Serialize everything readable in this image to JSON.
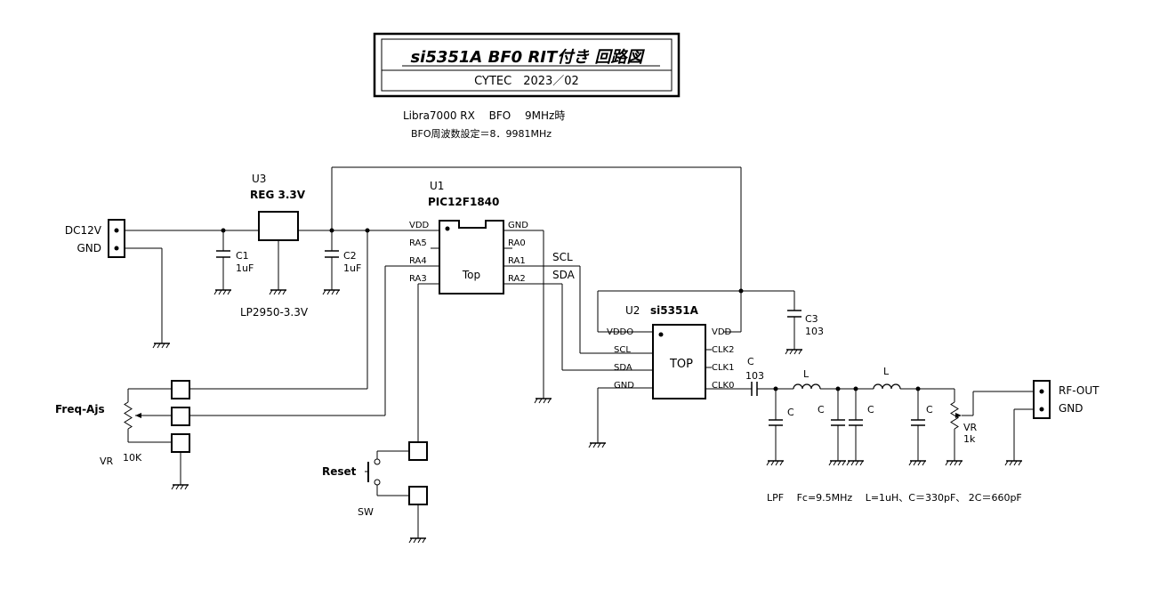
{
  "title_block": {
    "title": "si5351A  BF0 RIT付き  回路図",
    "subtitle": "CYTEC　2023／02"
  },
  "notes": {
    "line1": "Libra7000 RX　 BFO　 9MHz時",
    "line2": "BFO周波数設定＝8．9981MHz"
  },
  "power_connector": {
    "pin1": "DC12V",
    "pin2": "GND"
  },
  "regulator": {
    "ref": "U3",
    "name": "REG 3.3V",
    "part": "LP2950-3.3V"
  },
  "c1": {
    "ref": "C1",
    "value": "1uF"
  },
  "c2": {
    "ref": "C2",
    "value": "1uF"
  },
  "c3": {
    "ref": "C3",
    "value": "103"
  },
  "u1": {
    "ref": "U1",
    "name": "PIC12F1840",
    "body": "Top",
    "pins_left": [
      "VDD",
      "RA5",
      "RA4",
      "RA3"
    ],
    "pins_right": [
      "GND",
      "RA0",
      "RA1",
      "RA2"
    ]
  },
  "u2": {
    "ref": "U2",
    "name": "si5351A",
    "body": "TOP",
    "pins_left": [
      "VDDO",
      "SCL",
      "SDA",
      "GND"
    ],
    "pins_right": [
      "VDD",
      "CLK2",
      "CLK1",
      "CLK0"
    ]
  },
  "bus": {
    "scl": "SCL",
    "sda": "SDA"
  },
  "vr_freq": {
    "name": "Freq-Ajs",
    "ref": "VR",
    "value": "10K"
  },
  "reset_switch": {
    "name": "Reset",
    "ref": "SW"
  },
  "output_cap": {
    "ref": "C",
    "value": "103"
  },
  "lpf_parts": {
    "c": "C",
    "l": "L"
  },
  "vr_out": {
    "ref": "VR",
    "value": "1k"
  },
  "rf_connector": {
    "pin1": "RF-OUT",
    "pin2": "GND"
  },
  "lpf_note": "LPF　 Fc=9.5MHz　 L=1uH、C＝330pF、 2C＝660pF"
}
